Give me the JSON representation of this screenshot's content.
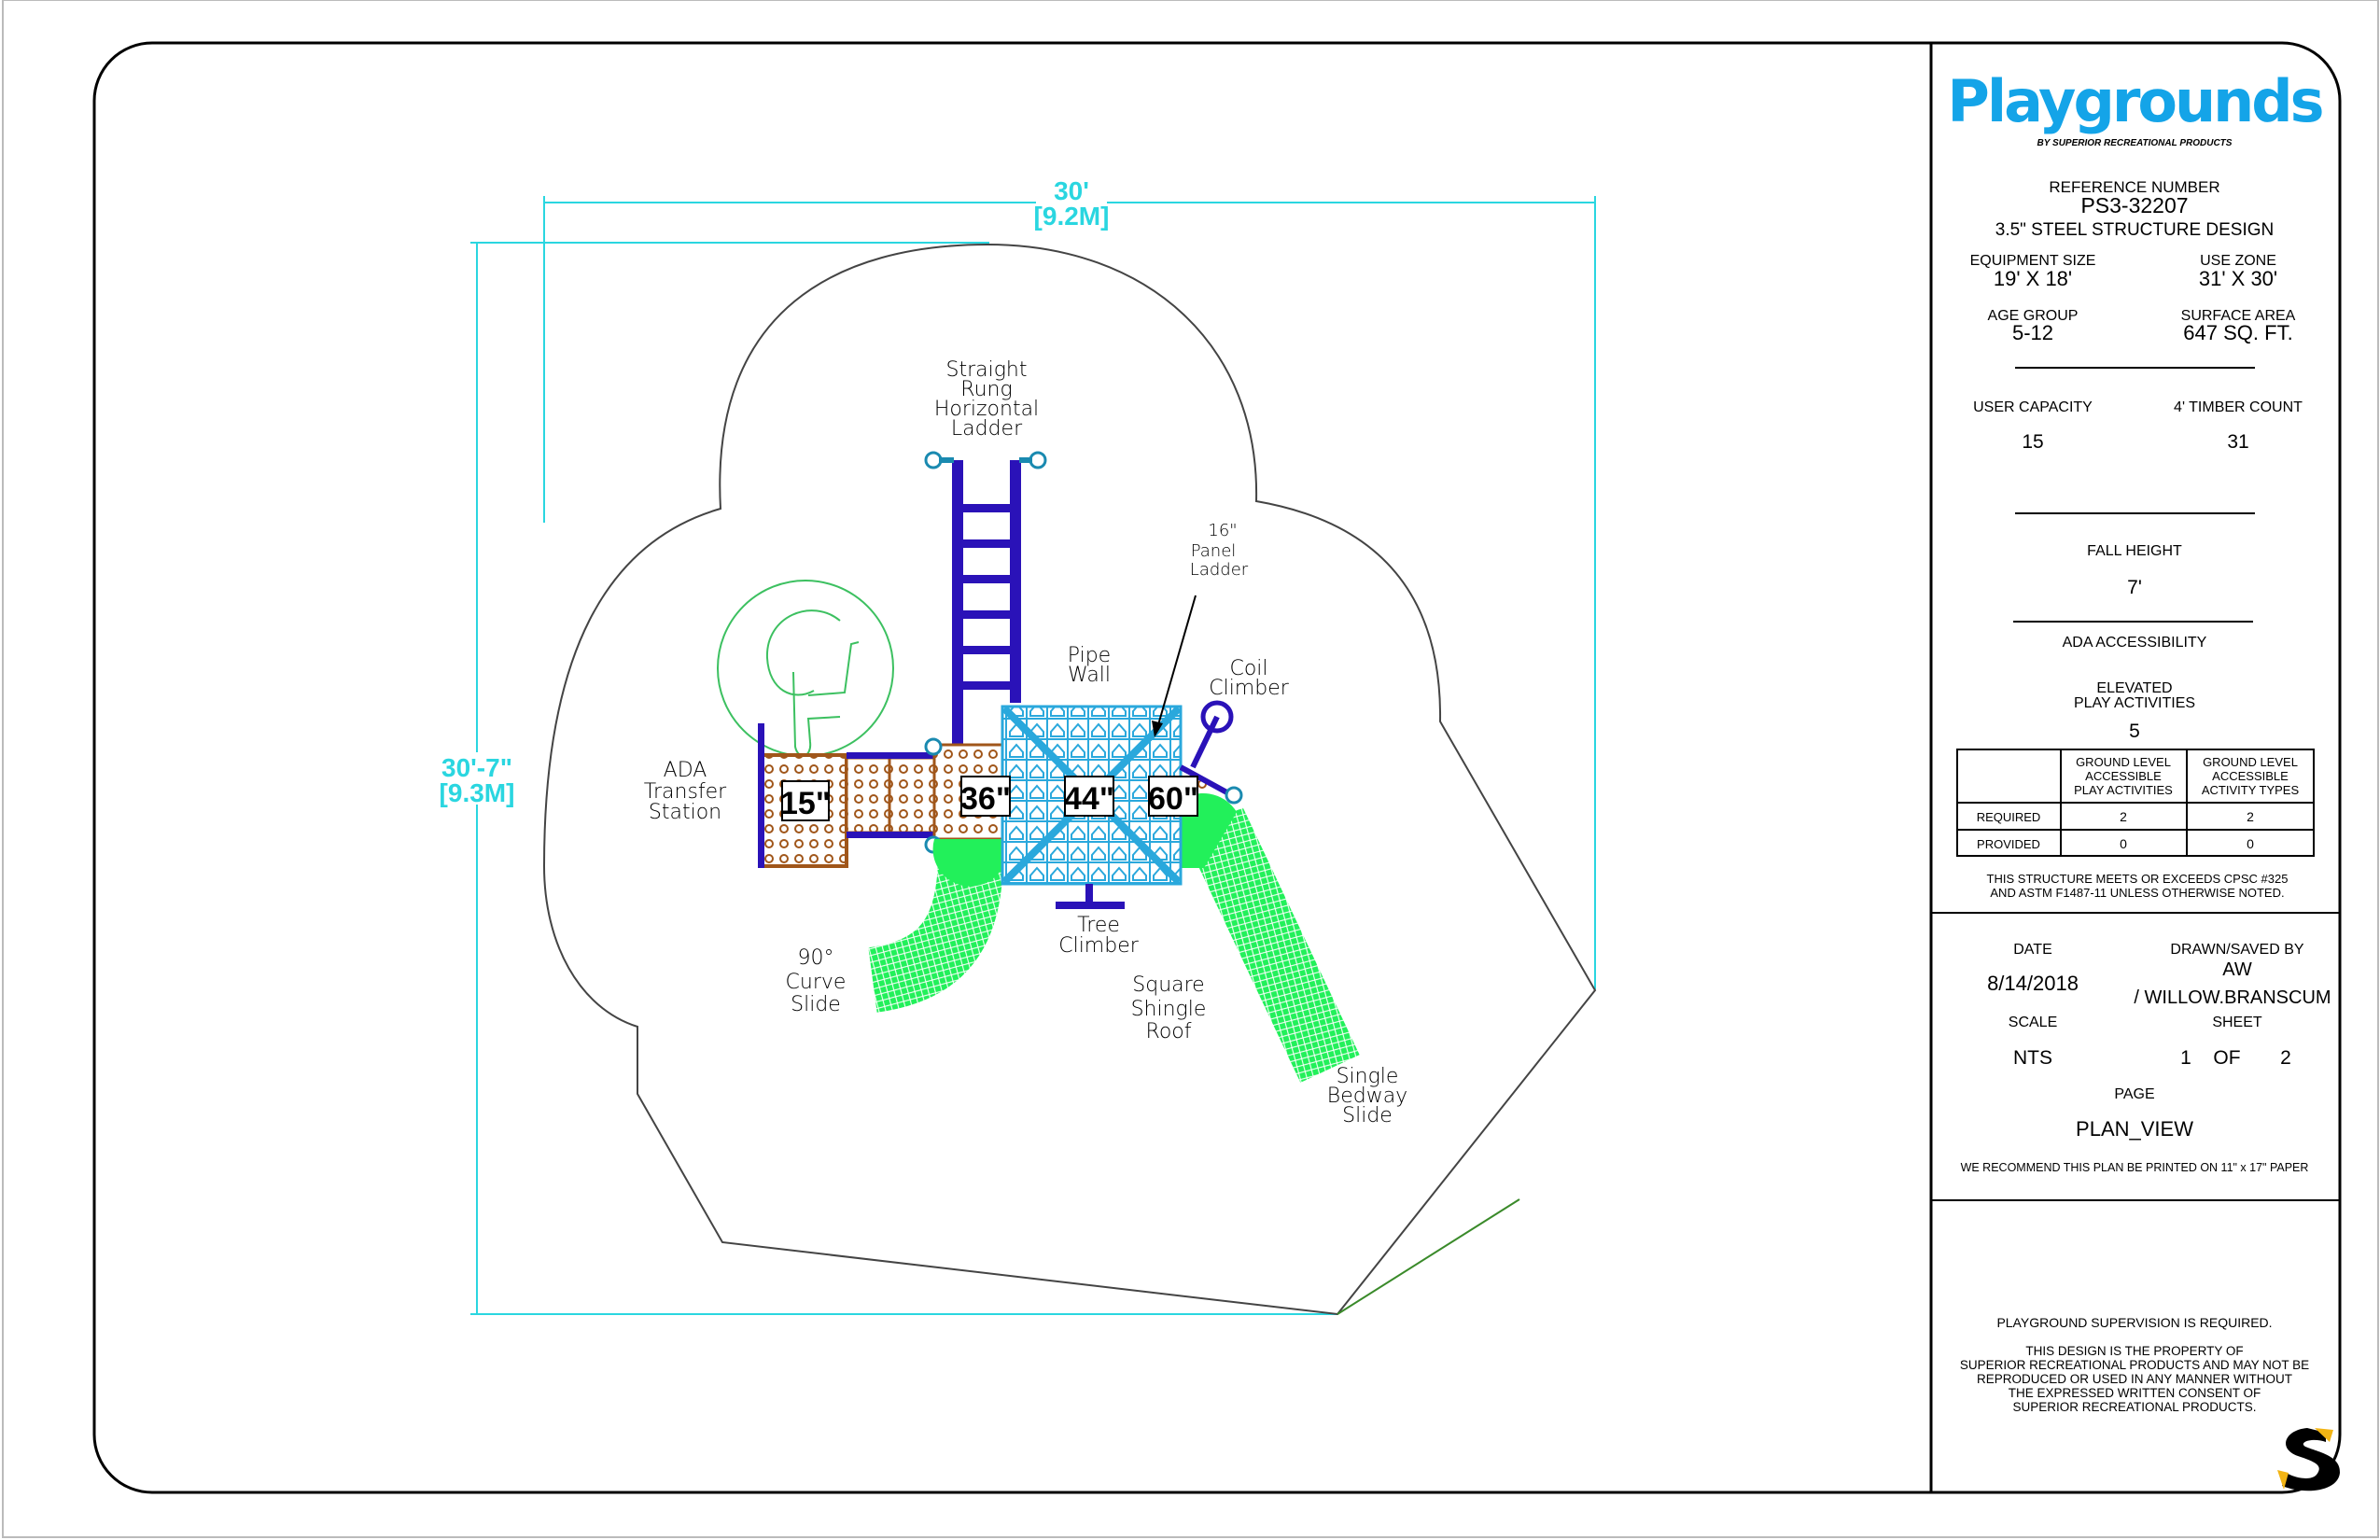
{
  "colors": {
    "frame": "#000000",
    "dimension": "#2ad6e0",
    "steel": "#2a12b8",
    "deck": "#a0561a",
    "roof": "#2aa8dc",
    "slide": "#22f05a",
    "accessible": "#3cc060",
    "logo": "#14a4e8",
    "s_logo_yellow": "#f2b414"
  },
  "drawing": {
    "dimensions": {
      "width_ft": "30'",
      "width_m": "[9.2M]",
      "depth_ft": "30'-7\"",
      "depth_m": "[9.3M]"
    },
    "labels": {
      "horizontal_ladder": [
        "Straight",
        "Rung",
        "Horizontal",
        "Ladder"
      ],
      "panel_ladder": [
        "16\"",
        "Panel",
        "Ladder"
      ],
      "pipe_wall": [
        "Pipe",
        "Wall"
      ],
      "coil_climber": [
        "Coil",
        "Climber"
      ],
      "ada_transfer": [
        "ADA",
        "Transfer",
        "Station"
      ],
      "curve_slide": [
        "90°",
        "Curve",
        "Slide"
      ],
      "tree_climber": [
        "Tree",
        "Climber"
      ],
      "roof": [
        "Square",
        "Shingle",
        "Roof"
      ],
      "bedway_slide": [
        "Single",
        "Bedway",
        "Slide"
      ]
    },
    "deck_heights": [
      "15\"",
      "36\"",
      "44\"",
      "60\""
    ],
    "icons": [
      "accessible-symbol-icon"
    ]
  },
  "title_block": {
    "logo": "Playgrounds",
    "logo_sub": "BY SUPERIOR RECREATIONAL PRODUCTS",
    "reference_label": "REFERENCE NUMBER",
    "reference_number": "PS3-32207",
    "design": "3.5\" STEEL STRUCTURE DESIGN",
    "equipment_size_label": "EQUIPMENT SIZE",
    "equipment_size": "19' X 18'",
    "use_zone_label": "USE ZONE",
    "use_zone": "31' X 30'",
    "age_group_label": "AGE GROUP",
    "age_group": "5-12",
    "surface_area_label": "SURFACE AREA",
    "surface_area": "647 SQ. FT.",
    "user_capacity_label": "USER CAPACITY",
    "user_capacity": "15",
    "timber_label": "4' TIMBER COUNT",
    "timber_count": "31",
    "fall_height_label": "FALL HEIGHT",
    "fall_height": "7'",
    "ada_label": "ADA ACCESSIBILITY",
    "elevated_label": [
      "ELEVATED",
      "PLAY ACTIVITIES"
    ],
    "elevated_count": "5",
    "table": {
      "headers": [
        [
          "GROUND LEVEL",
          "ACCESSIBLE",
          "PLAY ACTIVITIES"
        ],
        [
          "GROUND LEVEL",
          "ACCESSIBLE",
          "ACTIVITY TYPES"
        ]
      ],
      "rows": [
        {
          "label": "REQUIRED",
          "values": [
            "2",
            "2"
          ]
        },
        {
          "label": "PROVIDED",
          "values": [
            "0",
            "0"
          ]
        }
      ]
    },
    "compliance": [
      "THIS STRUCTURE MEETS OR EXCEEDS CPSC #325",
      "AND ASTM F1487-11 UNLESS OTHERWISE NOTED."
    ],
    "date_label": "DATE",
    "date": "8/14/2018",
    "drawn_label": "DRAWN/SAVED BY",
    "drawn_initials": "AW",
    "drawn_name": "/ WILLOW.BRANSCUM",
    "scale_label": "SCALE",
    "scale": "NTS",
    "sheet_label": "SHEET",
    "sheet": "1",
    "sheet_of": "OF",
    "sheet_total": "2",
    "page_label": "PAGE",
    "page": "PLAN_VIEW",
    "print_note": "WE RECOMMEND THIS PLAN BE PRINTED ON 11\" x 17\" PAPER",
    "supervision": "PLAYGROUND SUPERVISION IS REQUIRED.",
    "property": [
      "THIS DESIGN IS THE PROPERTY OF",
      "SUPERIOR RECREATIONAL PRODUCTS AND MAY NOT BE",
      "REPRODUCED OR USED IN ANY MANNER WITHOUT",
      "THE EXPRESSED WRITTEN CONSENT OF",
      "SUPERIOR RECREATIONAL PRODUCTS."
    ]
  }
}
